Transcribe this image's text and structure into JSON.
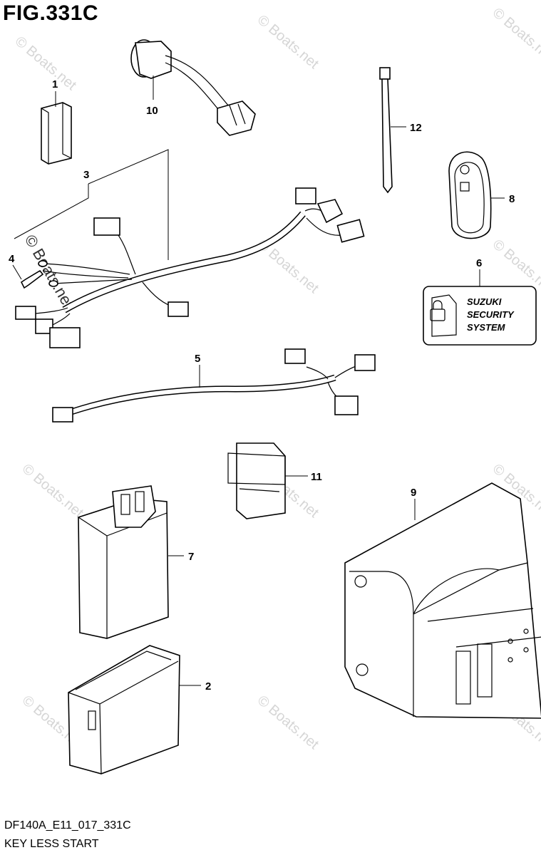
{
  "figure": {
    "title": "FIG.331C",
    "code": "DF140A_E11_017_331C",
    "name": "KEY LESS START"
  },
  "callouts": [
    "1",
    "2",
    "3",
    "4",
    "5",
    "6",
    "7",
    "8",
    "9",
    "10",
    "11",
    "12"
  ],
  "label_sticker": {
    "line1": "SUZUKI",
    "line2": "SECURITY",
    "line3": "SYSTEM"
  },
  "watermark": "© Boats.net"
}
